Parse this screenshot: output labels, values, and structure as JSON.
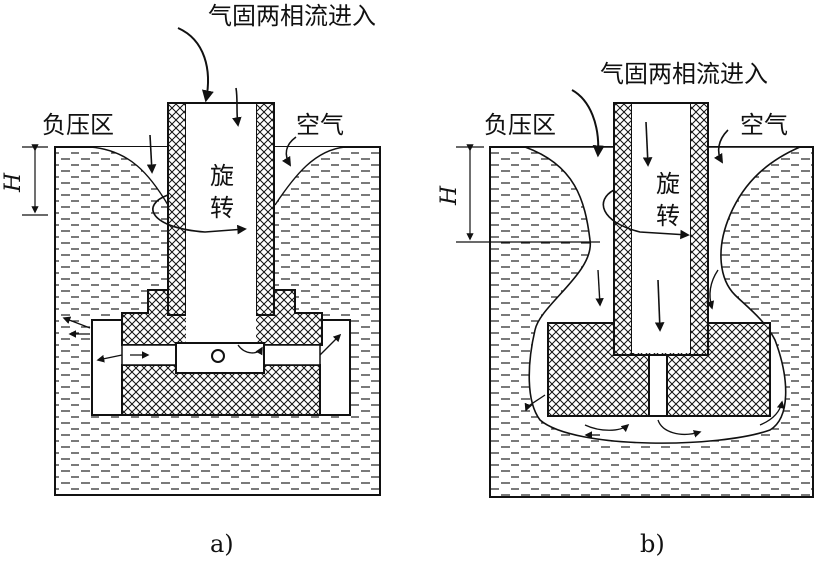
{
  "diagram_a": {
    "inlet_label": "气固两相流进入",
    "negative_zone_label": "负压区",
    "air_label": "空气",
    "rotation_char_1": "旋",
    "rotation_char_2": "转",
    "height_symbol": "H",
    "caption": "a)"
  },
  "diagram_b": {
    "inlet_label": "气固两相流进入",
    "negative_zone_label": "负压区",
    "air_label": "空气",
    "rotation_char_1": "旋",
    "rotation_char_2": "转",
    "height_symbol": "H",
    "caption": "b)"
  },
  "colors": {
    "line": "#111111",
    "background": "#ffffff"
  }
}
